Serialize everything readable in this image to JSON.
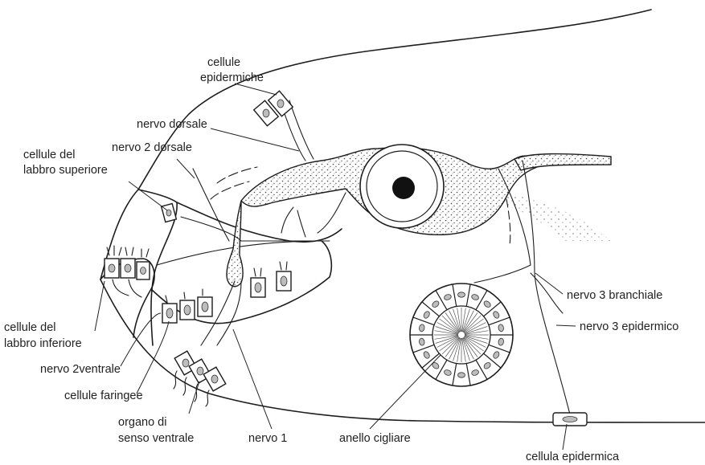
{
  "labels": {
    "cellule_epidermiche": [
      "cellule",
      "epidermiche"
    ],
    "nervo_dorsale": "nervo dorsale",
    "nervo_2_dorsale": "nervo 2 dorsale",
    "cellule_labbro_superiore": [
      "cellule del",
      "labbro superiore"
    ],
    "cellule_labbro_inferiore": [
      "cellule del",
      "labbro inferiore"
    ],
    "nervo_2ventrale": "nervo 2ventrale",
    "cellule_faringee": "cellule faringee",
    "organo_senso_ventrale": [
      "organo di",
      "senso ventrale"
    ],
    "nervo_1": "nervo 1",
    "anello_cigliare": "anello cigliare",
    "nervo_3_branchiale": "nervo 3 branchiale",
    "nervo_3_epidermico": "nervo 3 epidermico",
    "cellula_epidermica": "cellula epidermica"
  }
}
